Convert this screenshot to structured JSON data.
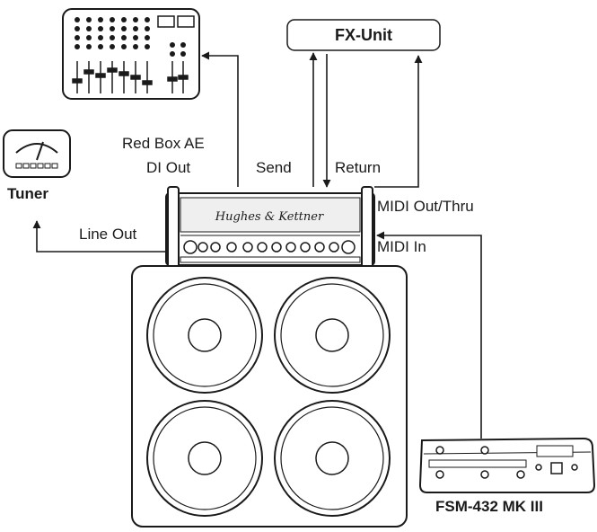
{
  "labels": {
    "fx_unit": "FX-Unit",
    "tuner": "Tuner",
    "red_box_line1": "Red Box AE",
    "red_box_line2": "DI Out",
    "send": "Send",
    "return": "Return",
    "midi_out_thru": "MIDI Out/Thru",
    "midi_in": "MIDI In",
    "line_out": "Line Out",
    "fsm": "FSM-432 MK III"
  },
  "amp_logo": "Hughes & Kettner",
  "colors": {
    "line": "#1a1a1a",
    "fill": "#ffffff",
    "device_shade": "#e9e9e9"
  },
  "icons": [
    "mixer-icon",
    "tuner-icon",
    "amp-head-icon",
    "speaker-cabinet-icon",
    "footswitch-icon"
  ]
}
